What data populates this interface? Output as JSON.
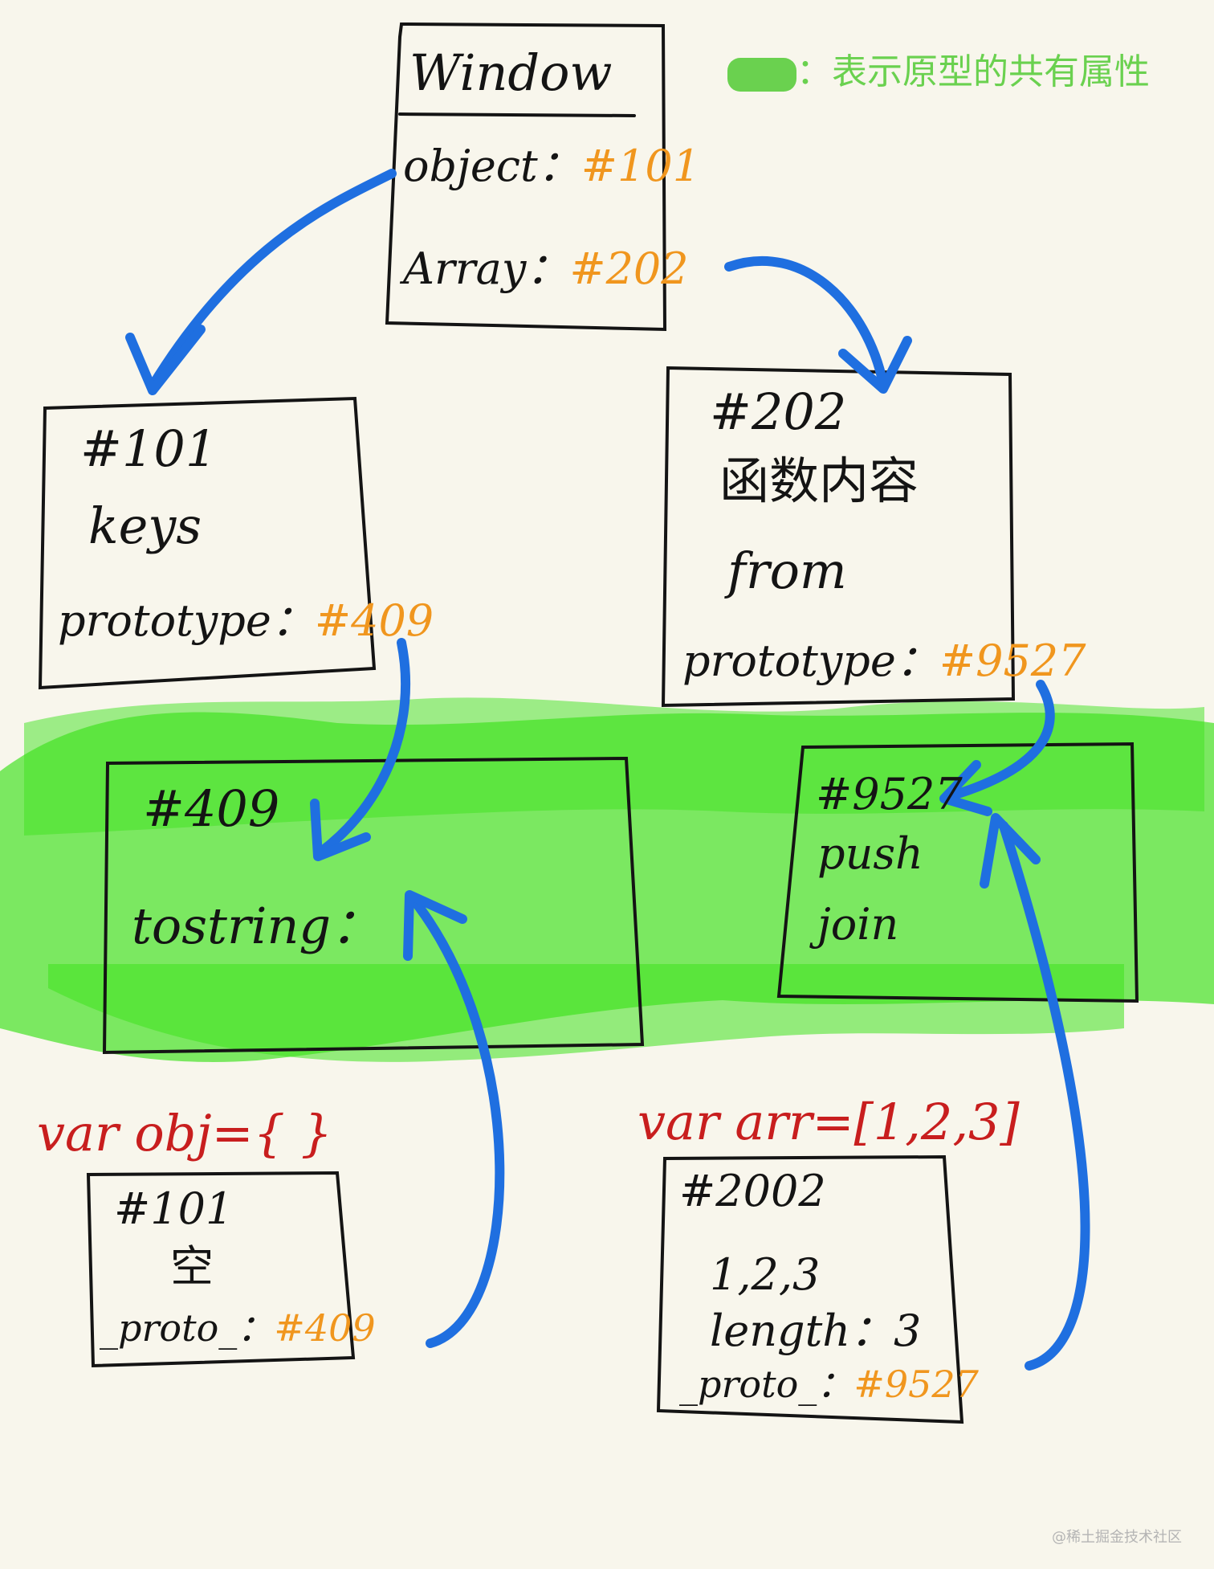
{
  "legend": {
    "text": "：表示原型的共有属性",
    "swatch_color": "#6ad14f"
  },
  "window_box": {
    "title": "Window",
    "rows": [
      {
        "key": "object：",
        "ref": "#101"
      },
      {
        "key": "Array：",
        "ref": "#202"
      }
    ]
  },
  "box_101": {
    "id": "#101",
    "lines": [
      "keys"
    ],
    "prototype_key": "prototype：",
    "prototype_ref": "#409"
  },
  "box_202": {
    "id": "#202",
    "lines": [
      "函数内容",
      "from"
    ],
    "prototype_key": "prototype：",
    "prototype_ref": "#9527"
  },
  "box_409": {
    "id": "#409",
    "lines": [
      "tostring："
    ]
  },
  "box_9527": {
    "id": "#9527",
    "lines": [
      "push",
      "join"
    ]
  },
  "obj_decl": {
    "code": "var obj={ }",
    "box": {
      "id": "#101",
      "lines": [
        "空"
      ],
      "proto_key": "_proto_：",
      "proto_ref": "#409"
    }
  },
  "arr_decl": {
    "code": "var arr=[1,2,3]",
    "box": {
      "id": "#2002",
      "lines": [
        "1,2,3",
        "length：3"
      ],
      "proto_key": "_proto_：",
      "proto_ref": "#9527"
    }
  },
  "watermark": "@稀土掘金技术社区",
  "colors": {
    "ink": "#141414",
    "arrow": "#1f6fe0",
    "ref": "#f0961e",
    "code": "#c81e1e",
    "highlight": "#34e01a",
    "legend": "#6ad14f"
  }
}
